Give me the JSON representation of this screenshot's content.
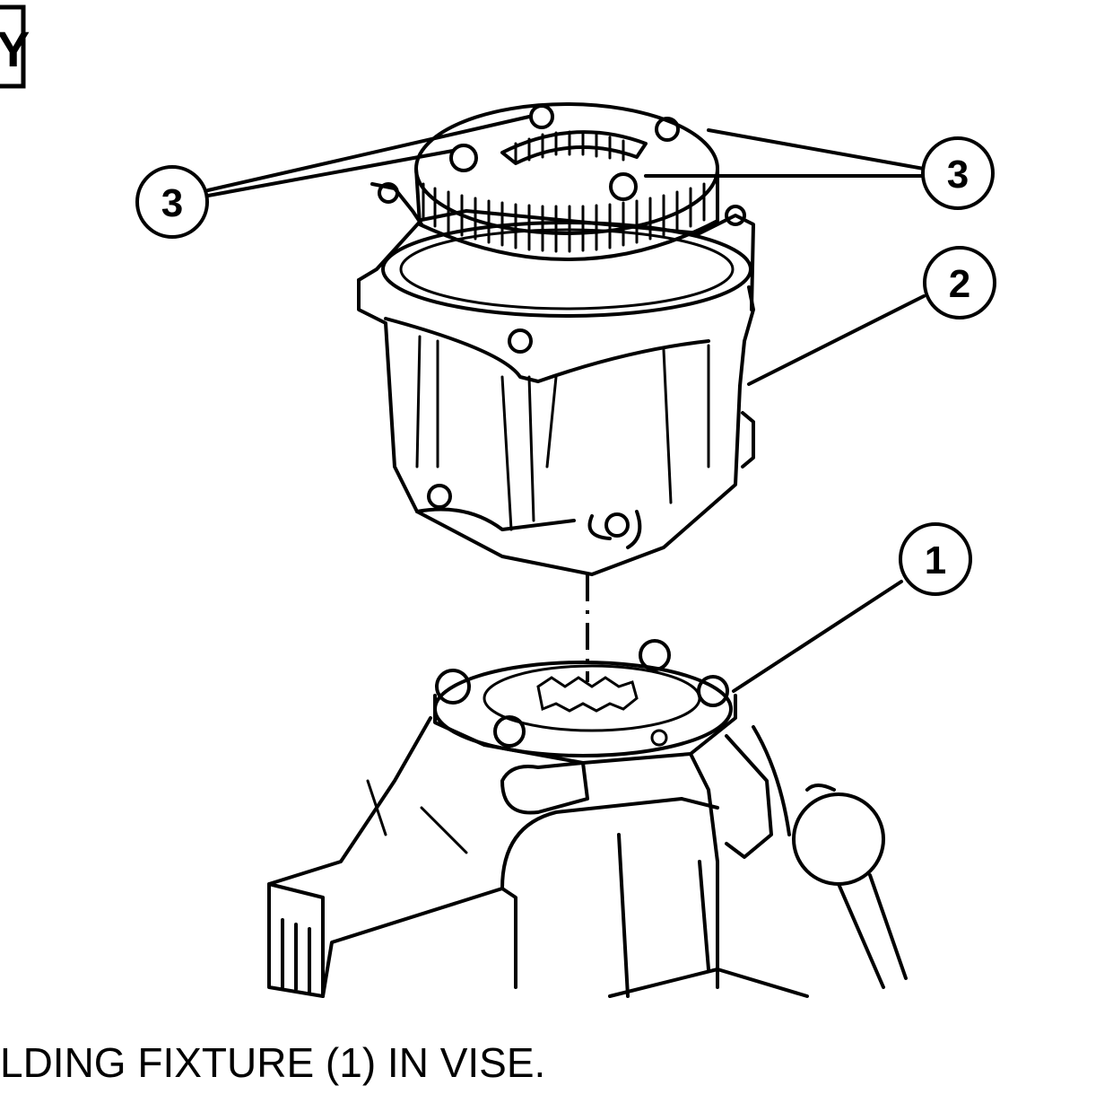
{
  "figure": {
    "corner_tag": "Y",
    "callouts": [
      {
        "id": "callout-3-left",
        "label": "3"
      },
      {
        "id": "callout-3-right",
        "label": "3"
      },
      {
        "id": "callout-2",
        "label": "2"
      },
      {
        "id": "callout-1",
        "label": "1"
      }
    ]
  },
  "caption": "LDING FIXTURE (1) IN VISE."
}
